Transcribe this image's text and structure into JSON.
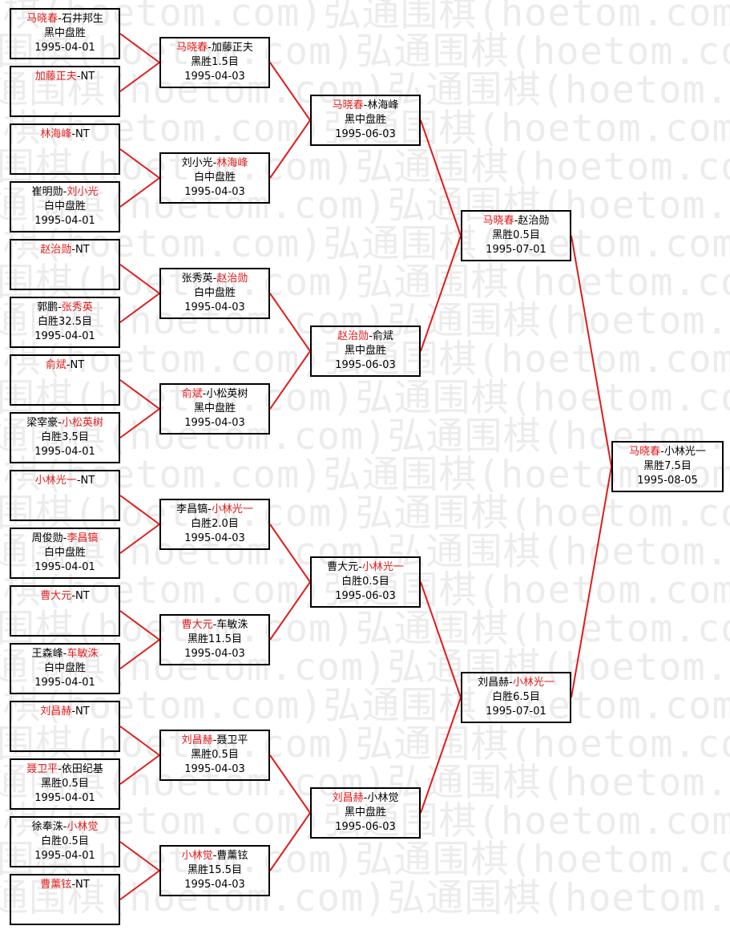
{
  "watermark": "弘通围棋(hoetom.com)",
  "colors": {
    "winner": "#e21b1b",
    "line": "#e21b1b",
    "text": "#000000"
  },
  "rounds": [
    [
      {
        "p1": "马晓春",
        "p2": "石井邦生",
        "w": 1,
        "result": "黑中盘胜",
        "date": "1995-04-01"
      },
      {
        "p1": "加藤正夫",
        "p2": "NT",
        "w": 1,
        "result": "",
        "date": ""
      },
      {
        "p1": "林海峰",
        "p2": "NT",
        "w": 1,
        "result": "",
        "date": ""
      },
      {
        "p1": "崔明勋",
        "p2": "刘小光",
        "w": 2,
        "result": "白中盘胜",
        "date": "1995-04-01"
      },
      {
        "p1": "赵治勋",
        "p2": "NT",
        "w": 1,
        "result": "",
        "date": ""
      },
      {
        "p1": "郭鹏",
        "p2": "张秀英",
        "w": 2,
        "result": "白胜32.5目",
        "date": "1995-04-01"
      },
      {
        "p1": "俞斌",
        "p2": "NT",
        "w": 1,
        "result": "",
        "date": ""
      },
      {
        "p1": "梁宰豪",
        "p2": "小松英树",
        "w": 2,
        "result": "白胜3.5目",
        "date": "1995-04-01"
      },
      {
        "p1": "小林光一",
        "p2": "NT",
        "w": 1,
        "result": "",
        "date": ""
      },
      {
        "p1": "周俊勋",
        "p2": "李昌镐",
        "w": 2,
        "result": "白中盘胜",
        "date": "1995-04-01"
      },
      {
        "p1": "曹大元",
        "p2": "NT",
        "w": 1,
        "result": "",
        "date": ""
      },
      {
        "p1": "王森峰",
        "p2": "车敏洙",
        "w": 2,
        "result": "白中盘胜",
        "date": "1995-04-01"
      },
      {
        "p1": "刘昌赫",
        "p2": "NT",
        "w": 1,
        "result": "",
        "date": ""
      },
      {
        "p1": "聂卫平",
        "p2": "依田纪基",
        "w": 1,
        "result": "黑胜0.5目",
        "date": "1995-04-01"
      },
      {
        "p1": "徐奉洙",
        "p2": "小林觉",
        "w": 2,
        "result": "白胜0.5目",
        "date": "1995-04-01"
      },
      {
        "p1": "曹薰铉",
        "p2": "NT",
        "w": 1,
        "result": "",
        "date": ""
      }
    ],
    [
      {
        "p1": "马晓春",
        "p2": "加藤正夫",
        "w": 1,
        "result": "黑胜1.5目",
        "date": "1995-04-03"
      },
      {
        "p1": "刘小光",
        "p2": "林海峰",
        "w": 2,
        "result": "白中盘胜",
        "date": "1995-04-03"
      },
      {
        "p1": "张秀英",
        "p2": "赵治勋",
        "w": 2,
        "result": "白中盘胜",
        "date": "1995-04-03"
      },
      {
        "p1": "俞斌",
        "p2": "小松英树",
        "w": 1,
        "result": "黑中盘胜",
        "date": "1995-04-03"
      },
      {
        "p1": "李昌镐",
        "p2": "小林光一",
        "w": 2,
        "result": "白胜2.0目",
        "date": "1995-04-03"
      },
      {
        "p1": "曹大元",
        "p2": "车敏洙",
        "w": 1,
        "result": "黑胜11.5目",
        "date": "1995-04-03"
      },
      {
        "p1": "刘昌赫",
        "p2": "聂卫平",
        "w": 1,
        "result": "黑胜0.5目",
        "date": "1995-04-03"
      },
      {
        "p1": "小林觉",
        "p2": "曹薰铉",
        "w": 1,
        "result": "黑胜15.5目",
        "date": "1995-04-03"
      }
    ],
    [
      {
        "p1": "马晓春",
        "p2": "林海峰",
        "w": 1,
        "result": "黑中盘胜",
        "date": "1995-06-03"
      },
      {
        "p1": "赵治勋",
        "p2": "俞斌",
        "w": 1,
        "result": "黑中盘胜",
        "date": "1995-06-03"
      },
      {
        "p1": "曹大元",
        "p2": "小林光一",
        "w": 2,
        "result": "白胜0.5目",
        "date": "1995-06-03"
      },
      {
        "p1": "刘昌赫",
        "p2": "小林觉",
        "w": 1,
        "result": "黑中盘胜",
        "date": "1995-06-03"
      }
    ],
    [
      {
        "p1": "马晓春",
        "p2": "赵治勋",
        "w": 1,
        "result": "黑胜0.5目",
        "date": "1995-07-01"
      },
      {
        "p1": "刘昌赫",
        "p2": "小林光一",
        "w": 2,
        "result": "白胜6.5目",
        "date": "1995-07-01"
      }
    ],
    [
      {
        "p1": "马晓春",
        "p2": "小林光一",
        "w": 1,
        "result": "黑胜7.5目",
        "date": "1995-08-05"
      }
    ]
  ]
}
